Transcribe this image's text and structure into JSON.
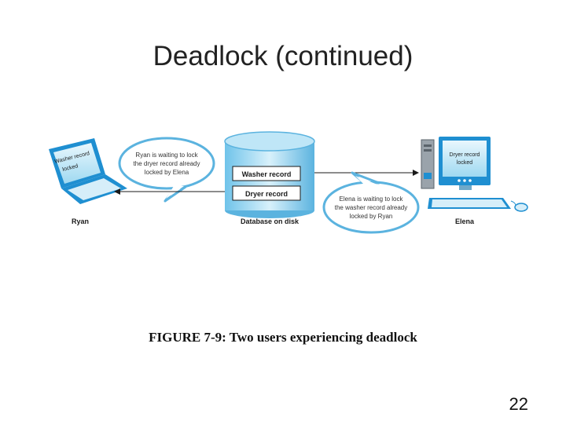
{
  "slide": {
    "title": "Deadlock (continued)",
    "caption": "FIGURE 7-9: Two users experiencing deadlock",
    "page_number": "22"
  },
  "diagram": {
    "actors": {
      "ryan": "Ryan",
      "database": "Database on disk",
      "elena": "Elena"
    },
    "records": {
      "washer": "Washer record",
      "dryer": "Dryer record"
    },
    "bubbles": {
      "ryan_wait_line1": "Ryan is waiting to lock",
      "ryan_wait_line2": "the dryer record already",
      "ryan_wait_line3": "locked by Elena",
      "elena_wait_line1": "Elena is waiting to lock",
      "elena_wait_line2": "the washer record already",
      "elena_wait_line3": "locked by Ryan"
    },
    "screens": {
      "laptop_line1": "Washer record",
      "laptop_line2": "locked",
      "monitor_line1": "Dryer record",
      "monitor_line2": "locked"
    },
    "colors": {
      "accent_blue": "#1f8fd1",
      "light_blue": "#bfe6f7",
      "bubble_fill": "#ffffff",
      "dark_text": "#1a1a1a"
    },
    "icons": {
      "laptop": "laptop-icon",
      "database": "database-cylinder-icon",
      "desktop": "desktop-computer-icon"
    }
  }
}
